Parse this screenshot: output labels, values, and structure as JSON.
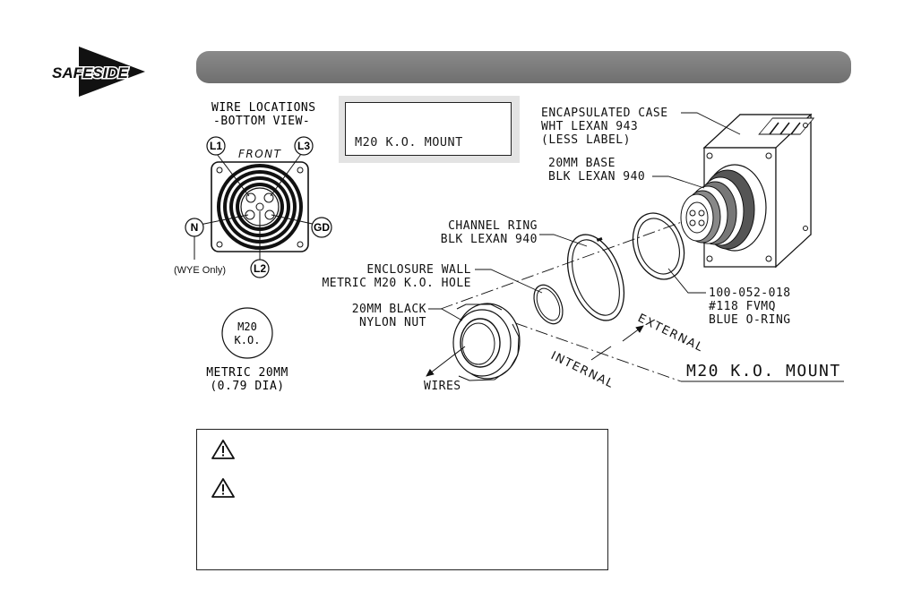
{
  "brand": {
    "logo_text": "SAFESIDE"
  },
  "wire_locations": {
    "title_line1": "WIRE LOCATIONS",
    "title_line2": "-BOTTOM VIEW-",
    "front_label": "FRONT",
    "pins": {
      "l1": "L1",
      "l3": "L3",
      "n": "N",
      "gd": "GD",
      "l2": "L2"
    },
    "wye_note": "(WYE Only)"
  },
  "knockout": {
    "circle_line1": "M20",
    "circle_line2": "K.O.",
    "caption_line1": "METRIC 20MM",
    "caption_line2": "(0.79 DIA)"
  },
  "mount_box": {
    "label": "M20 K.O. MOUNT"
  },
  "callouts": {
    "case_line1": "ENCAPSULATED CASE",
    "case_line2": "WHT LEXAN 943",
    "case_line3": "(LESS LABEL)",
    "base_line1": "20MM BASE",
    "base_line2": "BLK LEXAN 940",
    "ring_line1": "CHANNEL RING",
    "ring_line2": "BLK LEXAN 940",
    "wall_line1": "ENCLOSURE WALL",
    "wall_line2": "METRIC M20 K.O. HOLE",
    "nut_line1": "20MM BLACK",
    "nut_line2": "NYLON NUT",
    "oring_line1": "100-052-018",
    "oring_line2": "#118 FVMQ",
    "oring_line3": "BLUE O-RING",
    "external": "EXTERNAL",
    "internal": "INTERNAL",
    "wires": "WIRES",
    "mount_title": "M20 K.O. MOUNT"
  },
  "colors": {
    "header_bar": "#7a7a7a",
    "line": "#1a1a1a",
    "box_shadow": "#e3e3e3"
  },
  "icons": [
    "warning-triangle-icon",
    "warning-triangle-icon"
  ]
}
